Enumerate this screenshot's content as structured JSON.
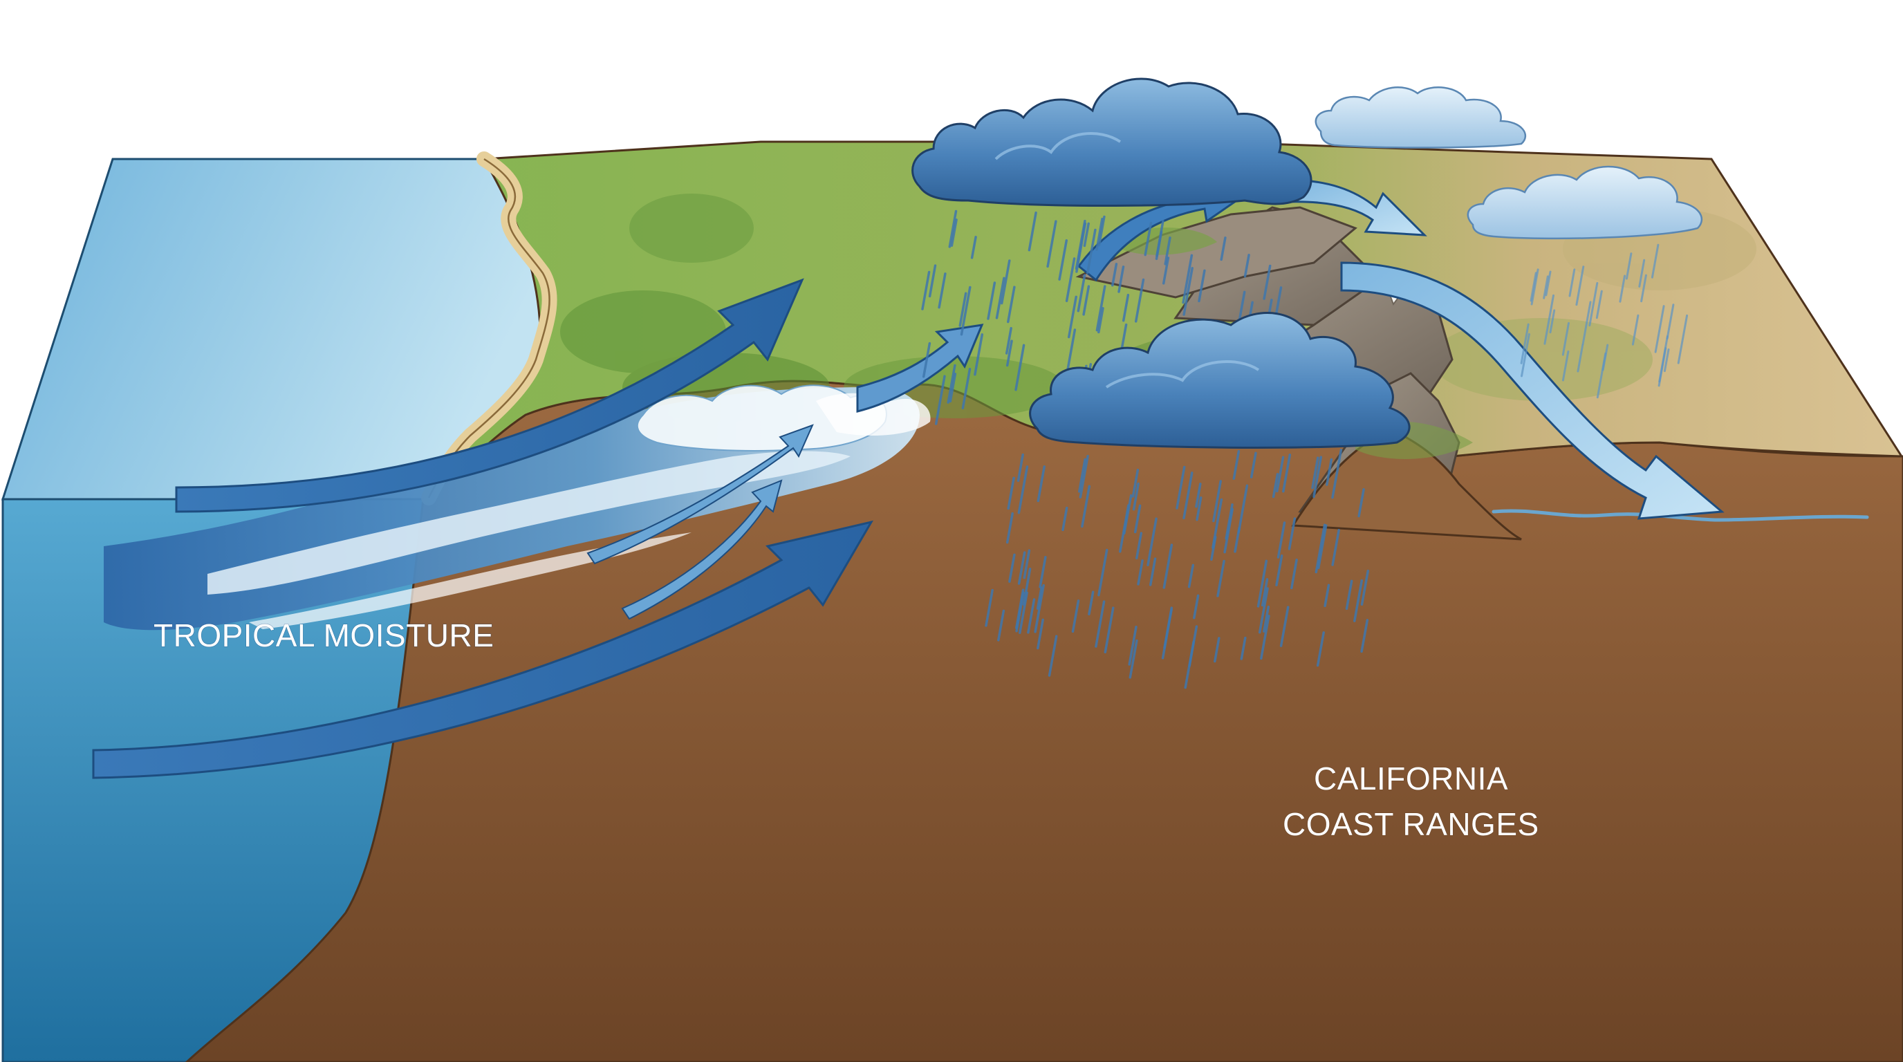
{
  "labels": {
    "ocean": "TROPICAL MOISTURE",
    "mountains_line1": "CALIFORNIA",
    "mountains_line2": "COAST RANGES"
  },
  "colors": {
    "ocean_top": "#9fd0e8",
    "ocean_side": "#3f95c2",
    "moisture_band": "#3b78b6",
    "arrow_dark": "#2f6fb0",
    "arrow_light": "#a9d3ee",
    "land_green": "#7eae4c",
    "land_dry": "#d8bf8e",
    "soil_brown": "#8a5a34",
    "rock_gray": "#8f8478",
    "storm_cloud": "#3d74ad",
    "light_cloud": "#b9d7ee",
    "rain": "#3f77ad",
    "river": "#6aa6cf"
  },
  "icons": [
    "storm-cloud-icon",
    "light-cloud-icon",
    "rain-icon",
    "flow-arrow-icon",
    "river-icon"
  ]
}
